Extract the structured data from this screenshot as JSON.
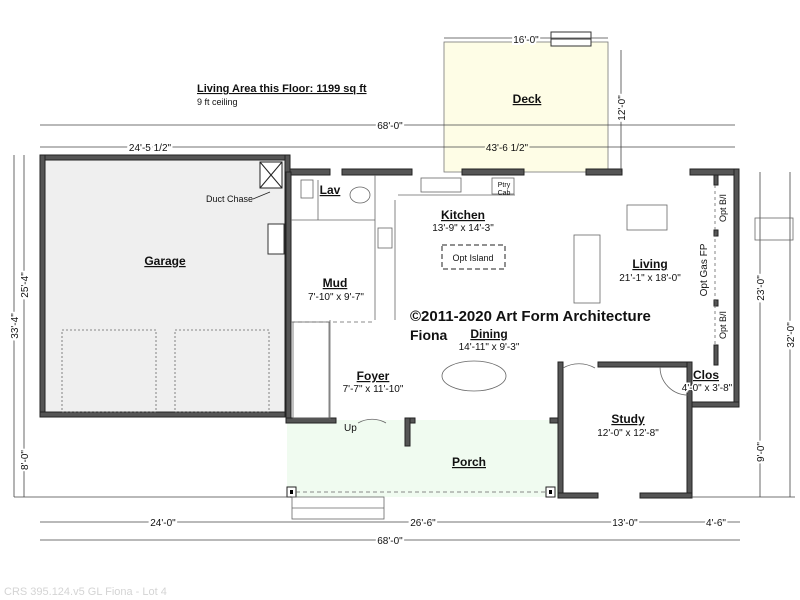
{
  "header": {
    "living_area": "Living Area this Floor: 1199 sq ft",
    "ceiling": "9 ft ceiling"
  },
  "copyright": "©2011-2020 Art Form Architecture",
  "plan_name": "Fiona",
  "footer": "CRS 395.124.v5 GL Fiona - Lot 4",
  "rooms": {
    "deck": {
      "name": "Deck"
    },
    "garage": {
      "name": "Garage"
    },
    "lav": {
      "name": "Lav"
    },
    "kitchen": {
      "name": "Kitchen",
      "size": "13'-9\" x 14'-3\""
    },
    "living": {
      "name": "Living",
      "size": "21'-1\" x 18'-0\""
    },
    "mud": {
      "name": "Mud",
      "size": "7'-10\" x 9'-7\""
    },
    "dining": {
      "name": "Dining",
      "size": "14'-11\" x 9'-3\""
    },
    "foyer": {
      "name": "Foyer",
      "size": "7'-7\" x 11'-10\""
    },
    "study": {
      "name": "Study",
      "size": "12'-0\" x 12'-8\""
    },
    "closet": {
      "name": "Clos",
      "size": "4'-0\" x 3'-8\""
    },
    "porch": {
      "name": "Porch"
    }
  },
  "annotations": {
    "duct_chase": "Duct Chase",
    "pantry": [
      "Ptry",
      "Cab"
    ],
    "opt_island": "Opt Island",
    "opt_gas_fp": "Opt Gas FP",
    "opt_bi_1": "Opt B/I",
    "opt_bi_2": "Opt B/I",
    "up": "Up"
  },
  "dimensions": {
    "deck_width": "16'-0\"",
    "deck_depth": "12'-0\"",
    "top_overall": "68'-0\"",
    "top_garage": "24'-5 1/2\"",
    "top_house": "43'-6 1/2\"",
    "left_overall": "33'-4\"",
    "left_garage": "25'-4\"",
    "left_porch": "8'-0\"",
    "right_overall": "32'-0\"",
    "right_main": "23'-0\"",
    "right_study": "9'-0\"",
    "bottom_garage": "24'-0\"",
    "bottom_porch": "26'-6\"",
    "bottom_study": "13'-0\"",
    "bottom_closet": "4'-6\"",
    "bottom_overall": "68'-0\""
  },
  "colors": {
    "deck": "#fefde6",
    "porch": "#f0fbf0",
    "garage": "#efefef",
    "wall": "#555555"
  }
}
